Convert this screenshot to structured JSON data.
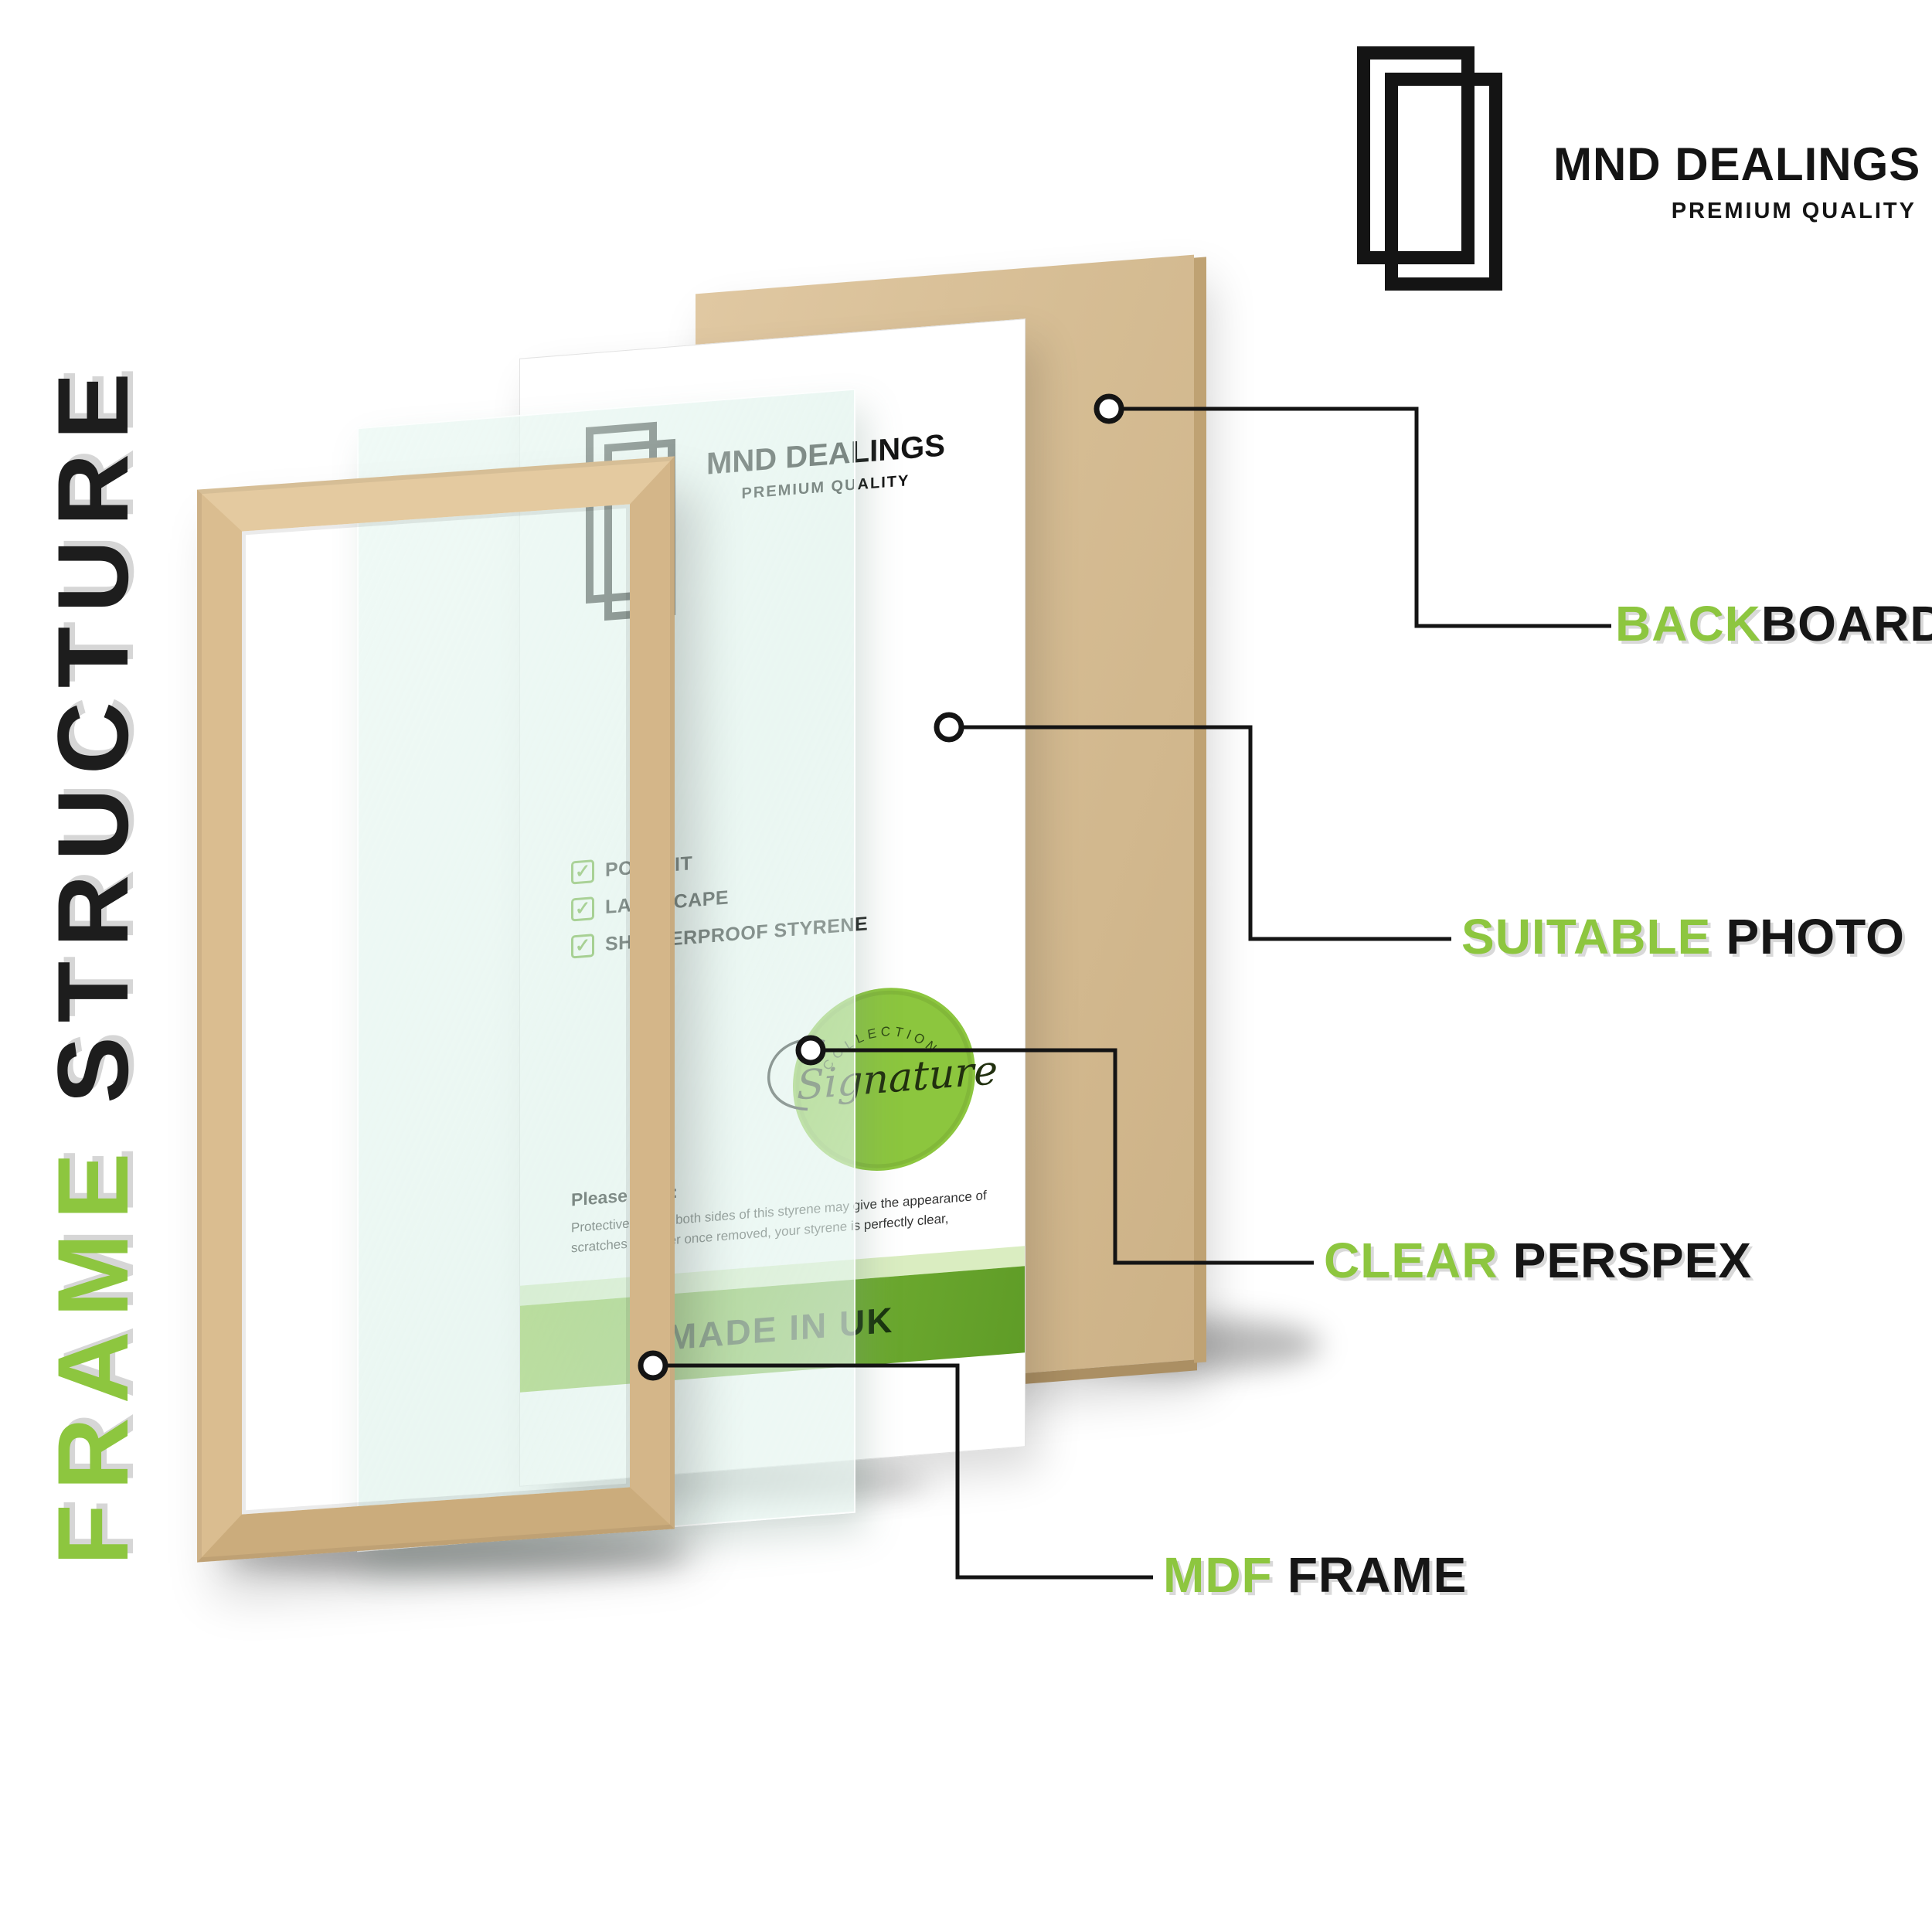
{
  "title": {
    "green": "FRAME",
    "black": "STRUCTURE"
  },
  "brand": {
    "name": "MND DEALINGS",
    "tagline": "PREMIUM QUALITY"
  },
  "insert": {
    "brand_name": "MND DEALINGS",
    "brand_tagline": "PREMIUM QUALITY",
    "checklist": [
      "POTRAIT",
      "LANDSCAPE",
      "SHATTERPROOF STYRENE"
    ],
    "note_title": "Please Note:",
    "note_text": "Protective film on both sides of this styrene may give the appearance of scratches however once removed, your styrene is perfectly clear,",
    "banner": "MADE IN UK",
    "badge_script": "Signature",
    "badge_arc": "COLLECTION"
  },
  "callouts": [
    {
      "green": "BACK",
      "black": "BOARD"
    },
    {
      "green": "SUITABLE",
      "black": "PHOTO"
    },
    {
      "green": "CLEAR",
      "black": "PERSPEX"
    },
    {
      "green": "MDF",
      "black": "FRAME"
    }
  ],
  "icons": {
    "check": "✓"
  },
  "colors": {
    "accent_green": "#8dc63f",
    "banner_green": "#5f9c27",
    "wood": "#d9bc8f",
    "mdf_board": "#d6bd94",
    "ink": "#161616"
  }
}
